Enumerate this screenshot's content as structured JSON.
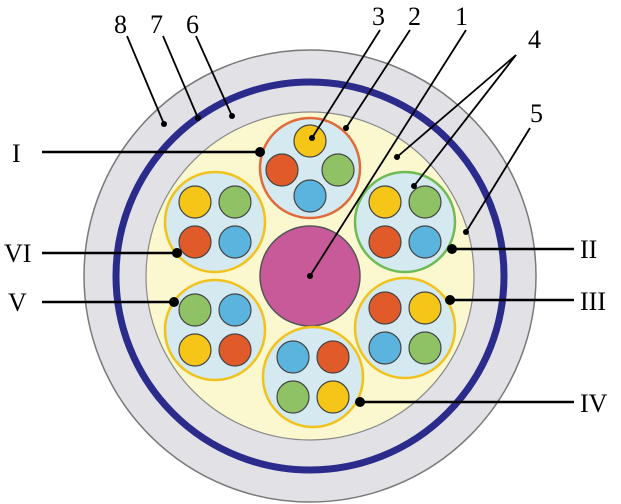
{
  "colors": {
    "outer_jacket": "#e1e1e6",
    "armor_ring": "#2b2b8c",
    "filler": "#fbf7cf",
    "core": "#c85a9a",
    "module_fill": "#d4eaf0",
    "module_border_default": "#f2c21c",
    "module_border_I": "#e06a3a",
    "module_border_II": "#6dbb52",
    "fiber_yellow": "#f5c518",
    "fiber_green": "#8fc265",
    "fiber_orange": "#e05a2a",
    "fiber_blue": "#5ab4de",
    "line": "#000000"
  },
  "diagram": {
    "number_labels": [
      "1",
      "2",
      "3",
      "4",
      "5",
      "6",
      "7",
      "8"
    ],
    "module_labels": [
      "I",
      "II",
      "III",
      "IV",
      "V",
      "VI"
    ],
    "modules": [
      {
        "id": "I",
        "border": "module_border_I",
        "fibers": [
          "fiber_yellow",
          "fiber_green",
          "fiber_blue",
          "fiber_orange"
        ]
      },
      {
        "id": "II",
        "border": "module_border_II",
        "fibers": [
          "fiber_yellow",
          "fiber_green",
          "fiber_blue",
          "fiber_orange"
        ]
      },
      {
        "id": "III",
        "border": "module_border_default",
        "fibers": [
          "fiber_orange",
          "fiber_yellow",
          "fiber_green",
          "fiber_blue"
        ]
      },
      {
        "id": "IV",
        "border": "module_border_default",
        "fibers": [
          "fiber_blue",
          "fiber_orange",
          "fiber_yellow",
          "fiber_green"
        ]
      },
      {
        "id": "V",
        "border": "module_border_default",
        "fibers": [
          "fiber_green",
          "fiber_blue",
          "fiber_orange",
          "fiber_yellow"
        ]
      },
      {
        "id": "VI",
        "border": "module_border_default",
        "fibers": [
          "fiber_yellow",
          "fiber_green",
          "fiber_blue",
          "fiber_orange"
        ]
      }
    ]
  }
}
